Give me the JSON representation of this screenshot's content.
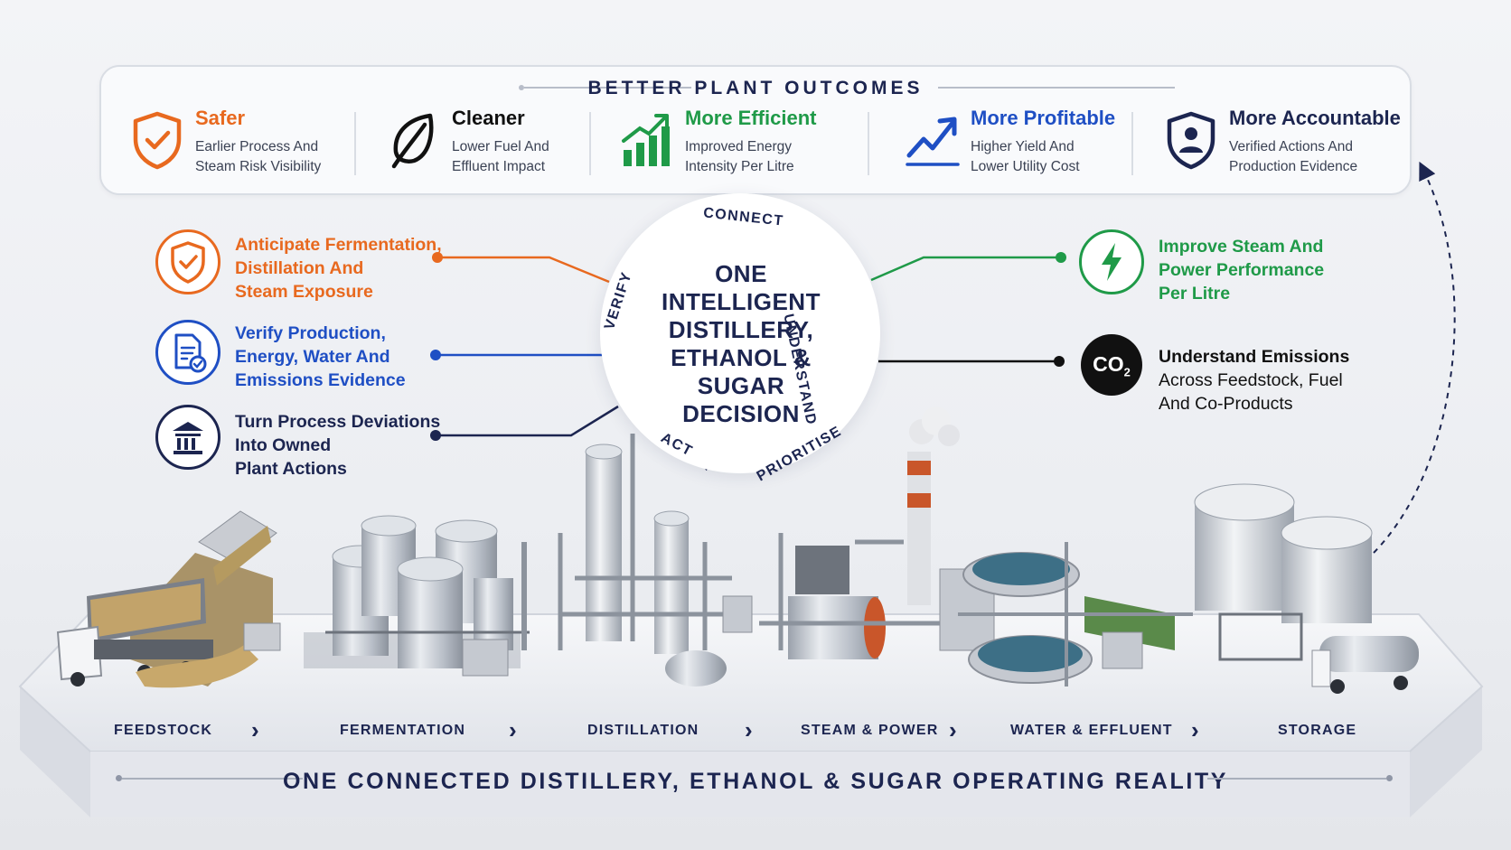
{
  "outcomes": {
    "title": "BETTER PLANT OUTCOMES",
    "items": [
      {
        "heading": "Safer",
        "line1": "Earlier Process And",
        "line2": "Steam Risk Visibility",
        "color": "#e8691f",
        "icon": "shield-check-icon"
      },
      {
        "heading": "Cleaner",
        "line1": "Lower Fuel And",
        "line2": "Effluent Impact",
        "color": "#111111",
        "icon": "leaf-icon"
      },
      {
        "heading": "More Efficient",
        "line1": "Improved Energy",
        "line2": "Intensity Per Litre",
        "color": "#1f9a48",
        "icon": "bar-chart-up-icon"
      },
      {
        "heading": "More Profitable",
        "line1": "Higher Yield And",
        "line2": "Lower Utility Cost",
        "color": "#1f4fc4",
        "icon": "trend-up-icon"
      },
      {
        "heading": "More Accountable",
        "line1": "Verified Actions And",
        "line2": "Production Evidence",
        "color": "#1c2550",
        "icon": "shield-user-icon"
      }
    ]
  },
  "left_cards": [
    {
      "lines": [
        "Anticipate Fermentation,",
        "Distillation And",
        "Steam Exposure"
      ],
      "color": "#e8691f",
      "icon": "shield-check-icon"
    },
    {
      "lines": [
        "Verify Production,",
        "Energy, Water And",
        "Emissions Evidence"
      ],
      "color": "#1f4fc4",
      "icon": "document-check-icon"
    },
    {
      "lines": [
        "Turn Process Deviations",
        "Into Owned",
        "Plant Actions"
      ],
      "color": "#1c2550",
      "icon": "institution-icon"
    }
  ],
  "right_cards": [
    {
      "lines": [
        "Improve Steam And",
        "Power Performance",
        "Per Litre"
      ],
      "color": "#1f9a48",
      "icon": "lightning-icon"
    },
    {
      "heading": "Understand Emissions",
      "lines": [
        "Across Feedstock, Fuel",
        "And Co-Products"
      ],
      "color": "#111111",
      "icon": "co2-icon",
      "badge_main": "CO",
      "badge_sub": "2"
    }
  ],
  "center": {
    "lines": [
      "ONE",
      "INTELLIGENT",
      "DISTILLERY,",
      "ETHANOL &",
      "SUGAR",
      "DECISION"
    ],
    "cycle": [
      "CONNECT",
      "UNDERSTAND",
      "PRIORITISE",
      "ACT",
      "VERIFY"
    ]
  },
  "stages": [
    "FEEDSTOCK",
    "FERMENTATION",
    "DISTILLATION",
    "STEAM & POWER",
    "WATER & EFFLUENT",
    "STORAGE"
  ],
  "chevron": "›",
  "reality": "ONE CONNECTED DISTILLERY, ETHANOL & SUGAR OPERATING REALITY",
  "colors": {
    "navy": "#1c2550",
    "orange": "#e8691f",
    "blue": "#1f4fc4",
    "green": "#1f9a48",
    "black": "#111111"
  }
}
